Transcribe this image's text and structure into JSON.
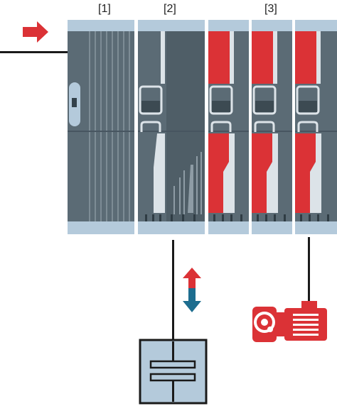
{
  "labels": {
    "module_1": "[1]",
    "module_2": "[2]",
    "module_3": "[3]"
  },
  "colors": {
    "module_grey": "#5b6b75",
    "module_dark": "#4a5860",
    "rail_blue": "#b4cadb",
    "accent_red": "#db3236",
    "line_black": "#1a1a1a",
    "arrow_blue": "#1d6d8f",
    "capacitor_fill": "#b4cadb"
  },
  "icons": {
    "feed_arrow": "arrow-right-icon",
    "energy_exchange": "double-arrow-icon",
    "storage": "capacitor-icon",
    "drive": "gear-motor-icon"
  }
}
